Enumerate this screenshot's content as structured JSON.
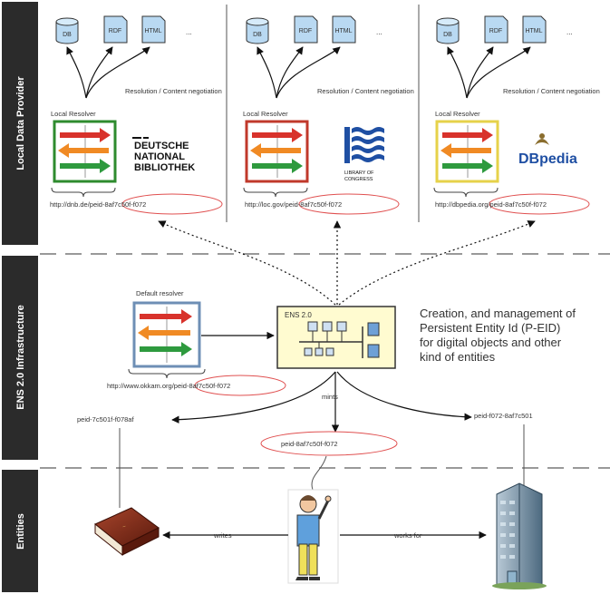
{
  "sections": {
    "local_data_provider": "Local Data Provider",
    "ens_infrastructure": "ENS 2.0 Infrastructure",
    "entities": "Entities"
  },
  "providers": [
    {
      "db_label": "DB",
      "rdf_label": "RDF",
      "html_label": "HTML",
      "more_label": "...",
      "negotiation_label": "Resolution / Content negotiation",
      "resolver_label": "Local Resolver",
      "url_prefix": "http://dnb.de/",
      "url_peid": "peid-8af7c50f-f072",
      "logo_text_lines": [
        "DEUTSCHE",
        "NATIONAL",
        "BIBLIOTHEK"
      ],
      "resolver_border_color": "#2e8b2e"
    },
    {
      "db_label": "DB",
      "rdf_label": "RDF",
      "html_label": "HTML",
      "more_label": "...",
      "negotiation_label": "Resolution / Content negotiation",
      "resolver_label": "Local Resolver",
      "url_prefix": "http://loc.gov/",
      "url_peid": "peid-8af7c50f-f072",
      "logo_text_lines": [
        "LIBRARY OF",
        "CONGRESS"
      ],
      "resolver_border_color": "#c0392b"
    },
    {
      "db_label": "DB",
      "rdf_label": "RDF",
      "html_label": "HTML",
      "more_label": "...",
      "negotiation_label": "Resolution / Content negotiation",
      "resolver_label": "Local Resolver",
      "url_prefix": "http://dbpedia.org/",
      "url_peid": "peid-8af7c50f-f072",
      "logo_text_lines": [
        "DBpedia"
      ],
      "resolver_border_color": "#e6d24a"
    }
  ],
  "ens": {
    "default_resolver_label": "Default resolver",
    "default_url_prefix": "http://www.okkam.org/",
    "default_url_peid": "peid-8af7c50f-f072",
    "box_label": "ENS 2.0",
    "description_lines": [
      "Creation, and management of",
      "Persistent Entity Id (P-EID)",
      "for digital objects and other",
      "kind of entities"
    ],
    "mints_label": "mints",
    "peid_left": "peid-7c501f-f078af",
    "peid_center": "peid-8af7c50f-f072",
    "peid_right": "peid-f072-8af7c501"
  },
  "entities": {
    "writes_label": "writes",
    "works_for_label": "works for"
  },
  "colors": {
    "sidebar": "#2b2b2b",
    "arrow_red": "#d8322b",
    "arrow_orange": "#f08a24",
    "arrow_green": "#2e9a3e",
    "db_blue": "#b9d9f2",
    "ens_box": "#fffbd0",
    "oval": "#e05050",
    "book": "#8b2f1c",
    "building": "#5f7f95"
  }
}
